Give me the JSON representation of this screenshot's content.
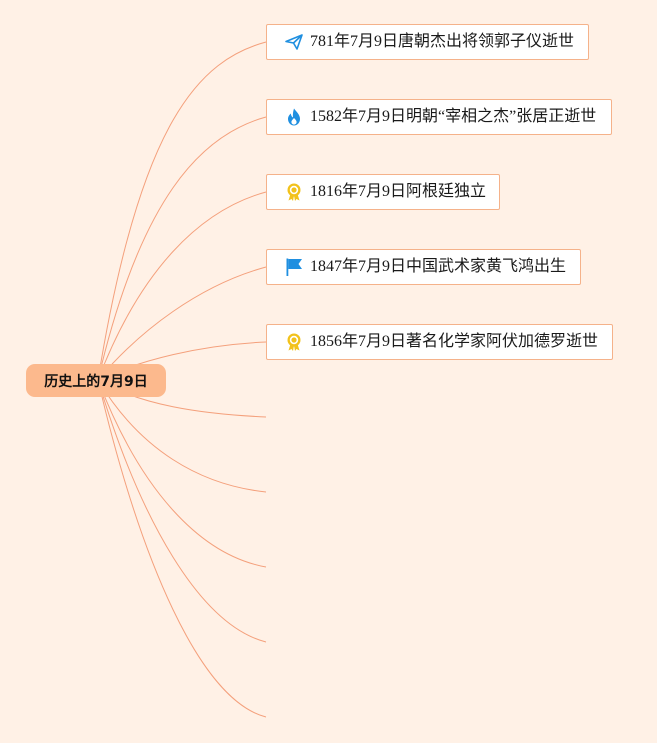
{
  "root": {
    "label": "历史上的7月9日"
  },
  "events": [
    {
      "label": "781年7月9日唐朝杰出将领郭子仪逝世",
      "icon": "paper-plane-icon"
    },
    {
      "label": "1582年7月9日明朝“宰相之杰”张居正逝世",
      "icon": "flame-icon"
    },
    {
      "label": "1816年7月9日阿根廷独立",
      "icon": "award-ribbon-icon"
    },
    {
      "label": "1847年7月9日中国武术家黄飞鸿出生",
      "icon": "flag-icon"
    },
    {
      "label": "1856年7月9日著名化学家阿伏加德罗逝世",
      "icon": "award-ribbon-icon"
    }
  ],
  "colors": {
    "background": "#fff1e6",
    "root_fill": "#fcb98d",
    "node_border": "#f5b28a",
    "link": "#f4a07c",
    "icon_blue": "#1f8fe0",
    "icon_gold": "#f2c21b"
  }
}
